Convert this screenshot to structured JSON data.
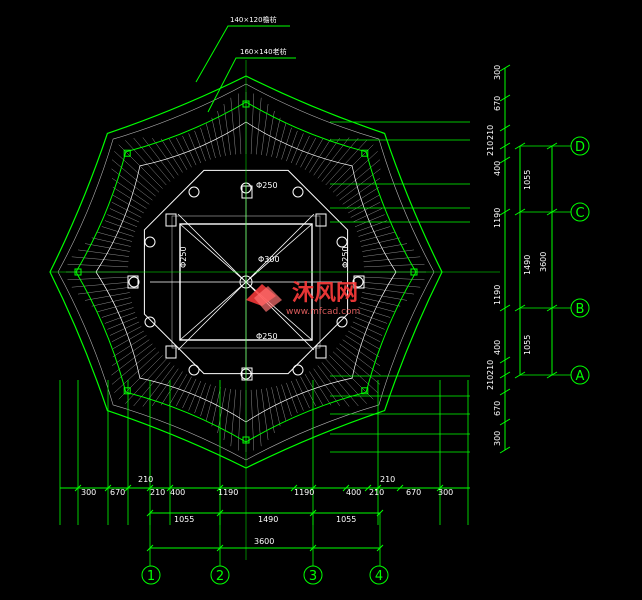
{
  "drawing": {
    "colors": {
      "background": "#000000",
      "green": "#00ff00",
      "white": "#ffffff",
      "watermark": "#ff3b3b"
    },
    "callouts": {
      "upper": "140×120檐枋",
      "lower": "160×140老枋"
    },
    "inner_labels": {
      "top": "Φ250",
      "left": "Φ250",
      "center": "Φ300",
      "right": "Φ250",
      "bottom": "Φ250"
    },
    "right_dims": {
      "outer": [
        "300",
        "670",
        "210",
        "210",
        "400",
        "1190",
        "1190",
        "400",
        "210",
        "210",
        "670",
        "300"
      ],
      "middle": [
        "1055",
        "1490",
        "1055"
      ],
      "total": "3600"
    },
    "bottom_dims": {
      "row1_left": [
        "300",
        "670",
        "210",
        "400",
        "1190"
      ],
      "row1_right": [
        "1190",
        "400",
        "210",
        "670",
        "300"
      ],
      "row1_extra": [
        "210",
        "210"
      ],
      "row2": [
        "1055",
        "1490",
        "1055"
      ],
      "total": "3600"
    },
    "grid_bubbles": {
      "bottom": [
        "1",
        "2",
        "3",
        "4"
      ],
      "right": [
        "D",
        "C",
        "B",
        "A"
      ]
    },
    "watermark": {
      "text": "沐风网",
      "url": "www.mfcad.com"
    }
  }
}
